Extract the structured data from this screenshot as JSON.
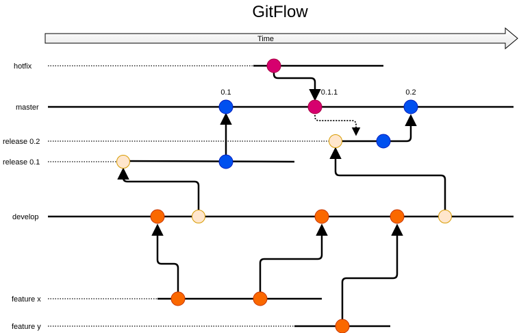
{
  "title": "GitFlow",
  "timeline_label": "Time",
  "branches": {
    "hotfix": "hotfix",
    "master": "master",
    "release_02": "release 0.2",
    "release_01": "release 0.1",
    "develop": "develop",
    "feature_x": "feature x",
    "feature_y": "feature y"
  },
  "tags": {
    "v01": "0.1",
    "v011": "0.1.1",
    "v02": "0.2"
  },
  "colors": {
    "hotfix_commit": "#d6006e",
    "release_commit": "#0050ef",
    "develop_commit": "#fa6800",
    "merge_point": "#ffe6cc",
    "merge_point_stroke": "#d79b00",
    "line": "#000000"
  }
}
